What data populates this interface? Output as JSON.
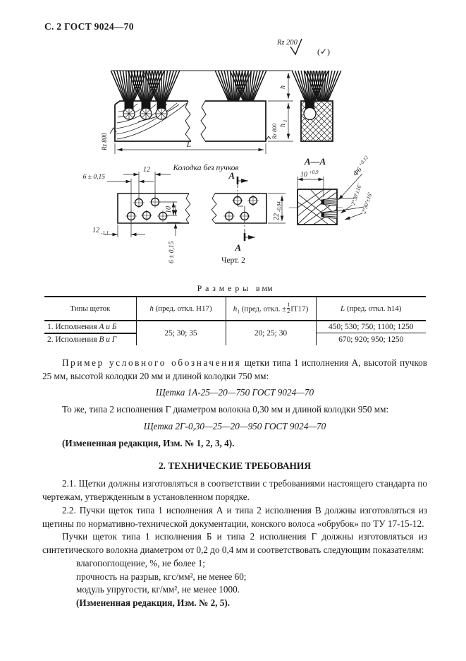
{
  "page": {
    "header": "С. 2 ГОСТ 9024—70"
  },
  "figure": {
    "caption": "Черт. 2",
    "labels": {
      "rz200": "Rz 200",
      "check_paren": "(✓)",
      "rz800_left": "Rz 800",
      "rz800_right": "Rz 800",
      "dim_h": "h",
      "dim_h1": "h",
      "dim_h1_sub": "1",
      "dim_L": "L",
      "plan_title": "Колодка без пучков",
      "dim_12": "12",
      "dim_6_h": "6 ± 0,15",
      "dim_12b_val": "12",
      "dim_12b_tol": "-1,1",
      "dim_10": "10",
      "dim_6_v": "6 ± 0,15",
      "dim_22_val": "22",
      "dim_22_tol": "-0,84",
      "sec_a_top": "А",
      "sec_a_bottom": "А",
      "section_title": "А—А",
      "dim_10s_val": "10",
      "dim_10s_tol": "+0,9",
      "dim_d6_val": "Ф6",
      "dim_d6_tol": "+0,12",
      "angle_1": "2°30'±16'",
      "angle_2": "2°30'±16'"
    }
  },
  "table": {
    "title_spaced": "Размеры",
    "title_rest": "в мм",
    "col_types": "Типы щеток",
    "col_h_sym": "h",
    "col_h_rest": "(пред. откл. Н17)",
    "col_h1_sym": "h",
    "col_h1_sub": "1",
    "col_h1_pre": "(пред. откл. ±",
    "col_h1_num": "1",
    "col_h1_den": "2",
    "col_h1_post": "IT17)",
    "col_L_sym": "L",
    "col_L_rest": "(пред. откл. h14)",
    "rows": [
      {
        "pre": "1. Исполнения ",
        "em": "А и Б",
        "L": "450; 530; 750; 1100; 1250"
      },
      {
        "pre": "2. Исполнения ",
        "em": "В и Г",
        "L": "670; 920; 950; 1250"
      }
    ],
    "h_values": "25; 30; 35",
    "h1_values": "20; 25; 30"
  },
  "text": {
    "example_spaced": "Пример условного обозначения",
    "example_rest": " щетки типа 1 исполнения А, высотой пучков 25 мм, высотой колодки 20 мм и длиной колодки 750 мм:",
    "designation1": "Щетка 1А-25—20—750 ГОСТ 9024—70",
    "same_type": "То же, типа 2 исполнения Г  диаметром волокна 0,30 мм и длиной колодки 950 мм:",
    "designation2": "Щетка 2Г-0,30—25—20—950 ГОСТ 9024—70",
    "amended1": "(Измененная редакция, Изм. № 1, 2, 3, 4).",
    "section2_title": "2. ТЕХНИЧЕСКИЕ ТРЕБОВАНИЯ",
    "p21": "2.1. Щетки должны изготовляться в соответствии с требованиями настоящего стандарта по чертежам, утвержденным в установленном порядке.",
    "p22": "2.2. Пучки щеток типа 1 исполнения А и типа 2 исполнения В должны изготовляться из щетины по нормативно-технической документации, конского волоса «обрубок» по ТУ 17-15-12.",
    "p22b": "Пучки щеток типа 1 исполнения Б и типа 2 исполнения Г должны изготовляться из синтетического волокна диаметром от 0,2 до 0,4 мм и соответствовать следующим показателям:",
    "spec1": "влагопоглощение, %, не более 1;",
    "spec2": "прочность на разрыв, кгс/мм², не менее 60;",
    "spec3": "модуль упругости, кг/мм², не менее 1000.",
    "amended2": "(Измененная редакция, Изм. № 2, 5)."
  }
}
